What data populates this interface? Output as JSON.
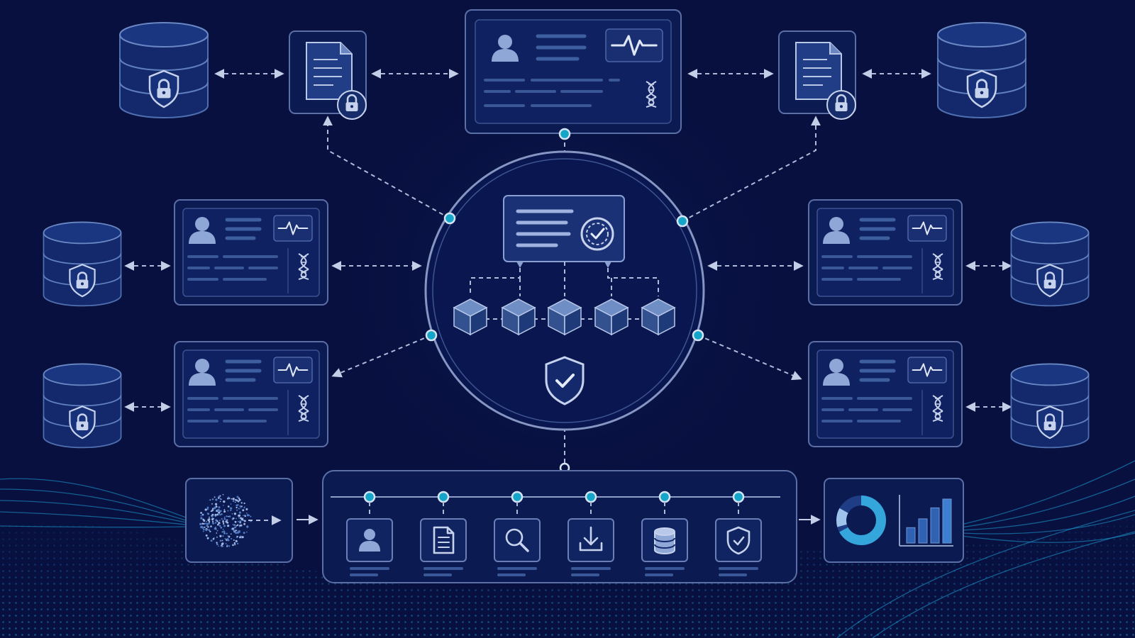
{
  "colors": {
    "background": "#07103f",
    "panel_fill": "#0c1a52",
    "panel_stroke": "#5a6fa6",
    "accent": "#14a5c8",
    "connector": "#aebbd9"
  },
  "diagram": {
    "nodes": [
      {
        "id": "db-top-left",
        "kind": "locked-database"
      },
      {
        "id": "doc-top-left",
        "kind": "locked-document"
      },
      {
        "id": "record-top",
        "kind": "patient-record"
      },
      {
        "id": "doc-top-right",
        "kind": "locked-document"
      },
      {
        "id": "db-top-right",
        "kind": "locked-database"
      },
      {
        "id": "record-left-1",
        "kind": "patient-record"
      },
      {
        "id": "record-left-2",
        "kind": "patient-record"
      },
      {
        "id": "record-right-1",
        "kind": "patient-record"
      },
      {
        "id": "record-right-2",
        "kind": "patient-record"
      },
      {
        "id": "db-left-1",
        "kind": "locked-database"
      },
      {
        "id": "db-left-2",
        "kind": "locked-database"
      },
      {
        "id": "db-right-1",
        "kind": "locked-database"
      },
      {
        "id": "db-right-2",
        "kind": "locked-database"
      },
      {
        "id": "blockchain-hub",
        "kind": "verified-ledger",
        "blocks": 5
      },
      {
        "id": "data-source",
        "kind": "particle-cloud"
      },
      {
        "id": "pipeline",
        "kind": "workflow-steps"
      },
      {
        "id": "analytics",
        "kind": "donut-and-bar-chart"
      }
    ],
    "pipeline_steps": [
      "user-icon",
      "document-icon",
      "search-icon",
      "download-icon",
      "database-icon",
      "shield-check-icon"
    ],
    "icons": [
      "person-icon",
      "heartbeat-icon",
      "dna-icon",
      "lock-icon",
      "shield-icon",
      "check-badge-icon",
      "donut-chart-icon",
      "bar-chart-icon"
    ],
    "analytics_bars": [
      0.35,
      0.55,
      0.8,
      1.0
    ]
  }
}
